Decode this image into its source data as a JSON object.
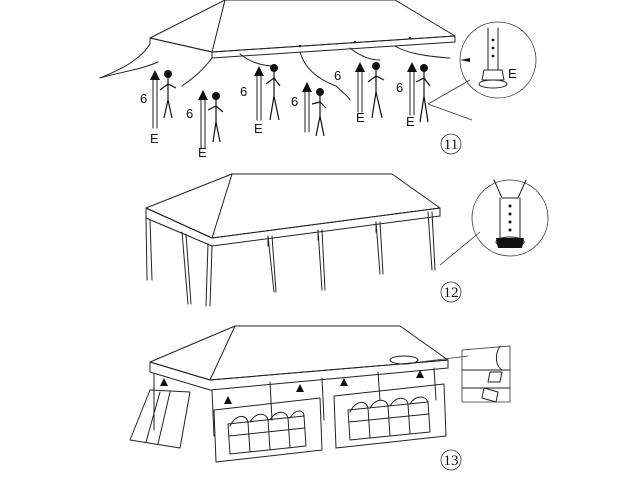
{
  "steps": [
    {
      "number": "11",
      "labels": {
        "e1": "E",
        "e2": "E",
        "e3": "E",
        "e4": "E",
        "e5": "E",
        "e_detail": "E",
        "s1": "6",
        "s2": "6",
        "s3": "6",
        "s4": "6",
        "s5": "6",
        "s6": "6"
      }
    },
    {
      "number": "12"
    },
    {
      "number": "13"
    }
  ]
}
